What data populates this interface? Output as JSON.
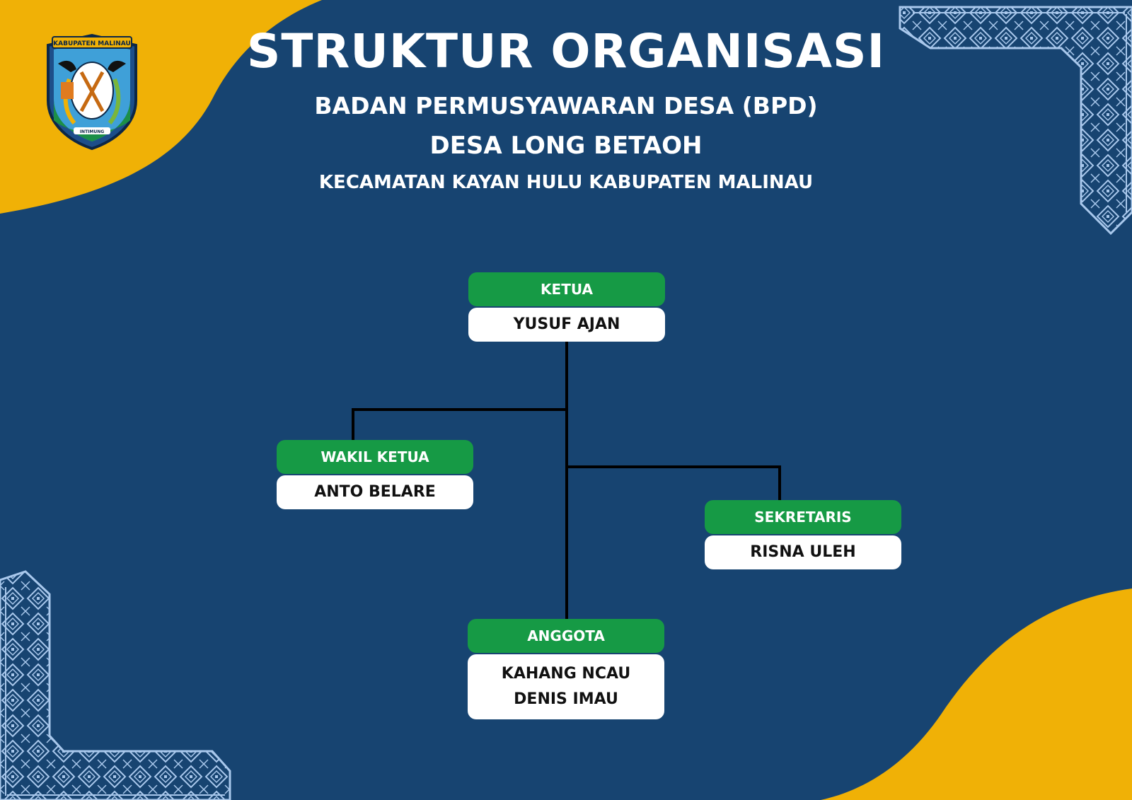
{
  "header": {
    "title": "STRUKTUR ORGANISASI",
    "subtitle": "BADAN PERMUSYAWARAN DESA (BPD)",
    "village": "DESA LONG BETAOH",
    "district": "KECAMATAN KAYAN HULU KABUPATEN MALINAU"
  },
  "logo": {
    "banner_text": "KABUPATEN MALINAU",
    "motto": "INTIMUNG"
  },
  "org_chart": {
    "ketua": {
      "role": "KETUA",
      "names": [
        "YUSUF AJAN"
      ]
    },
    "wakil_ketua": {
      "role": "WAKIL KETUA",
      "names": [
        "ANTO BELARE"
      ]
    },
    "sekretaris": {
      "role": "SEKRETARIS",
      "names": [
        "RISNA ULEH"
      ]
    },
    "anggota": {
      "role": "ANGGOTA",
      "names": [
        "KAHANG NCAU",
        "DENIS IMAU"
      ]
    }
  },
  "colors": {
    "background": "#174471",
    "accent_yellow": "#f0b106",
    "role_green": "#169a45",
    "pattern_light_blue": "#a9c8ec"
  }
}
